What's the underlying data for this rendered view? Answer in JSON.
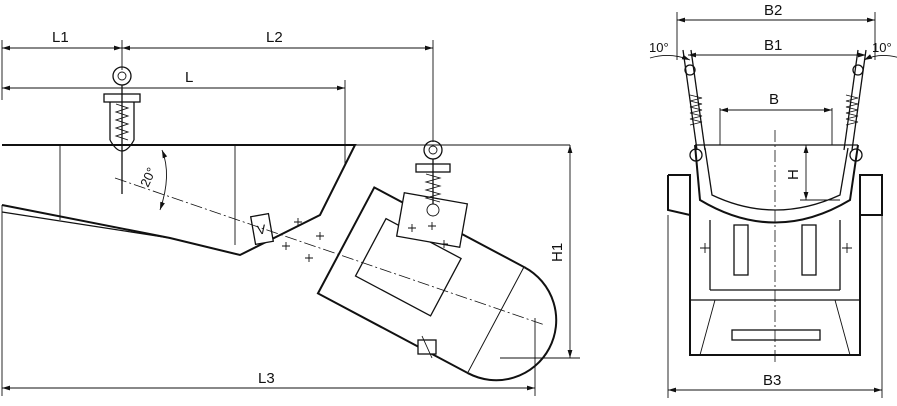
{
  "side_view": {
    "dimensions": {
      "l1": "L1",
      "l2": "L2",
      "l": "L",
      "l3": "L3",
      "h1": "H1"
    },
    "angle": "20°",
    "glyph": "V"
  },
  "end_view": {
    "dimensions": {
      "b2": "B2",
      "b1": "B1",
      "b": "B",
      "h": "H",
      "b3": "B3"
    },
    "angle_left": "10°",
    "angle_right": "10°"
  }
}
